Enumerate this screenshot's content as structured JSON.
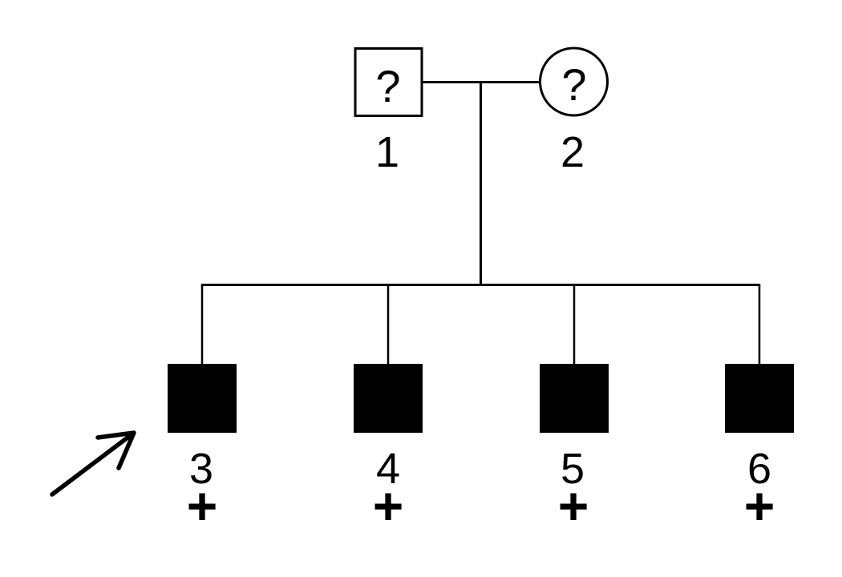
{
  "page": {
    "background_color": "#ffffff",
    "ink_color": "#000000",
    "type": "pedigree-chart"
  },
  "pedigree": {
    "parents": [
      {
        "label": "1",
        "shape": "open-square",
        "unknown_mark": "?"
      },
      {
        "label": "2",
        "shape": "open-circle",
        "unknown_mark": "?"
      }
    ],
    "children": [
      {
        "label": "3",
        "shape": "filled-square",
        "marker": "+",
        "proband": true
      },
      {
        "label": "4",
        "shape": "filled-square",
        "marker": "+",
        "proband": false
      },
      {
        "label": "5",
        "shape": "filled-square",
        "marker": "+",
        "proband": false
      },
      {
        "label": "6",
        "shape": "filled-square",
        "marker": "+",
        "proband": false
      }
    ]
  }
}
